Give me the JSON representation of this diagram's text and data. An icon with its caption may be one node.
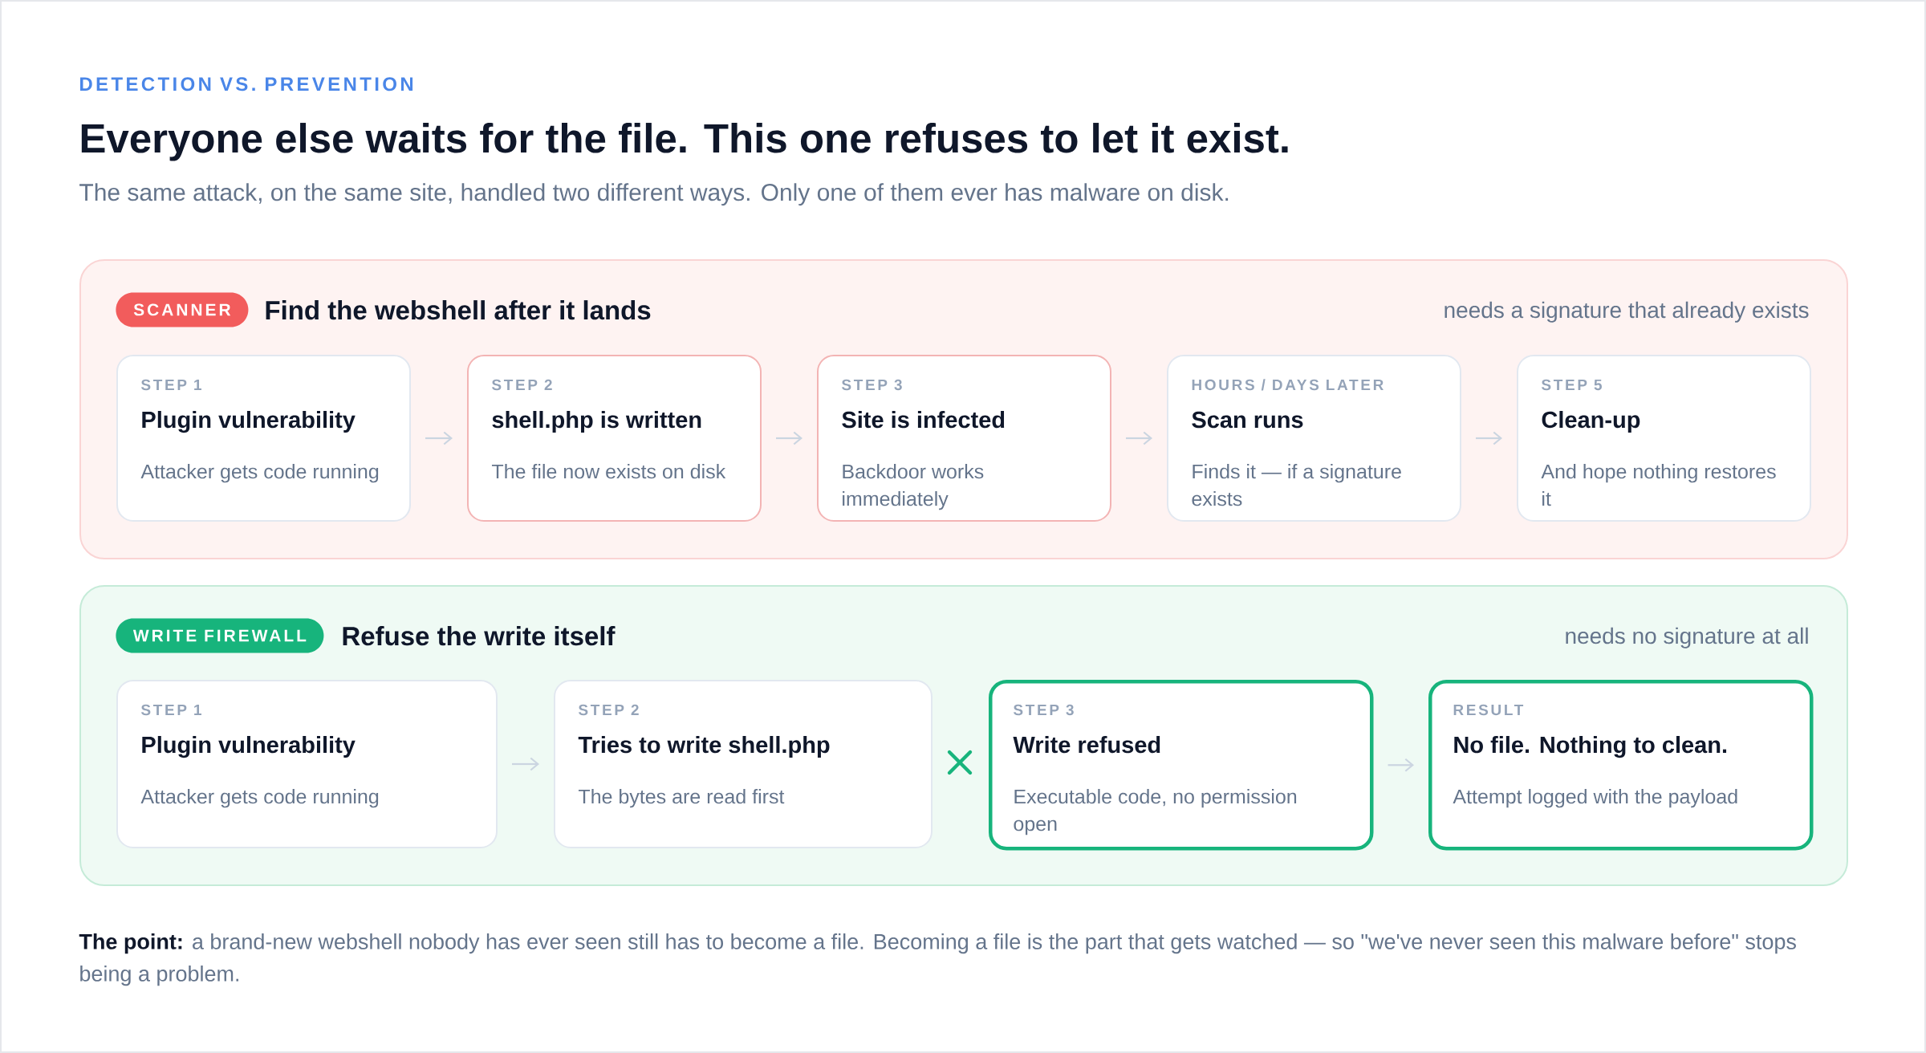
{
  "diagram": {
    "title": "Everyone else waits for the file. This one refuses to let it exist.",
    "caption": "**The point:** a brand-new webshell nobody has ever seen still has to become a file. Becoming a file is the part that gets watched — so \"we've never seen this malware before\" stops being a problem.",
    "nodes": [
      {
        "text": [
          "Find the webshell after it lands",
          "needs a signature that already exists"
        ]
      },
      {
        "text": [
          "SCANNER"
        ],
        "in": 0
      },
      {
        "text": [
          "STEP 1",
          "Plugin vulnerability",
          "Attacker gets code running"
        ],
        "in": 0
      },
      {
        "text": [
          "STEP 2",
          "shell.php is written",
          "The file now exists on disk"
        ],
        "in": 0
      },
      {
        "text": [
          "STEP 3",
          "Site is infected",
          "Backdoor works immediately"
        ],
        "in": 0
      },
      {
        "text": [
          "HOURS / DAYS LATER",
          "Scan runs",
          "Finds it — if a signature exists"
        ],
        "in": 0
      },
      {
        "text": [
          "STEP 5",
          "Clean-up",
          "And hope nothing restores it"
        ],
        "in": 0
      },
      {
        "text": [
          "Refuse the write itself",
          "needs no signature at all"
        ]
      },
      {
        "text": [
          "WRITE FIREWALL"
        ],
        "in": 7
      },
      {
        "text": [
          "STEP 1",
          "Plugin vulnerability",
          "Attacker gets code running"
        ],
        "in": 7
      },
      {
        "text": [
          "STEP 2",
          "Tries to write shell.php",
          "The bytes are read first"
        ],
        "in": 7
      },
      {
        "text": [
          "STEP 3",
          "Write refused",
          "Executable code, no permission open"
        ],
        "in": 7
      },
      {
        "text": [
          "RESULT",
          "No file. Nothing to clean.",
          "Attempt logged with the payload"
        ],
        "in": 7
      }
    ],
    "edges": [
      {
        "from": 2,
        "to": 3,
        "arrow": "to"
      },
      {
        "from": 3,
        "to": 4,
        "arrow": "to"
      },
      {
        "from": 4,
        "to": 5,
        "arrow": "to"
      },
      {
        "from": 5,
        "to": 6,
        "arrow": "to"
      },
      {
        "from": 9,
        "to": 10,
        "arrow": "to"
      },
      {
        "from": 11,
        "to": 12,
        "arrow": "to"
      }
    ],
    "labels": [
      "DETECTION VS. PREVENTION",
      "The same attack, on the same site, handled two different ways. Only one of them ever has malware on disk."
    ]
  }
}
